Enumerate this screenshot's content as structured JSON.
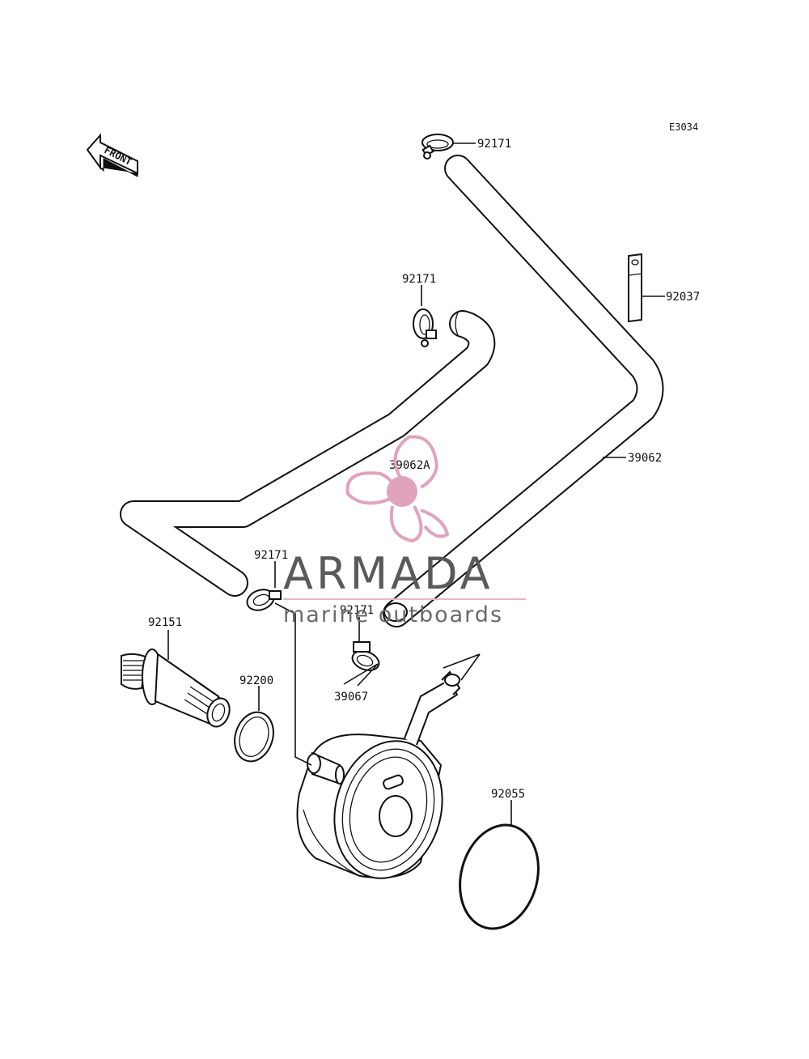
{
  "diagram": {
    "code": "E3034",
    "front_label": "FRONT",
    "callouts": [
      {
        "id": "c1",
        "label": "92171"
      },
      {
        "id": "c2",
        "label": "92037"
      },
      {
        "id": "c3",
        "label": "92171"
      },
      {
        "id": "c4",
        "label": "39062A"
      },
      {
        "id": "c5",
        "label": "39062"
      },
      {
        "id": "c6",
        "label": "92171"
      },
      {
        "id": "c7",
        "label": "92171"
      },
      {
        "id": "c8",
        "label": "92151"
      },
      {
        "id": "c9",
        "label": "92200"
      },
      {
        "id": "c10",
        "label": "39067"
      },
      {
        "id": "c11",
        "label": "92055"
      }
    ]
  },
  "watermark": {
    "brand": "ARMADA",
    "tagline": "marine outboards",
    "colors": {
      "brand_text": "#5a5a5a",
      "accent": "#e0a3be",
      "line": "#e7b6cb"
    }
  }
}
